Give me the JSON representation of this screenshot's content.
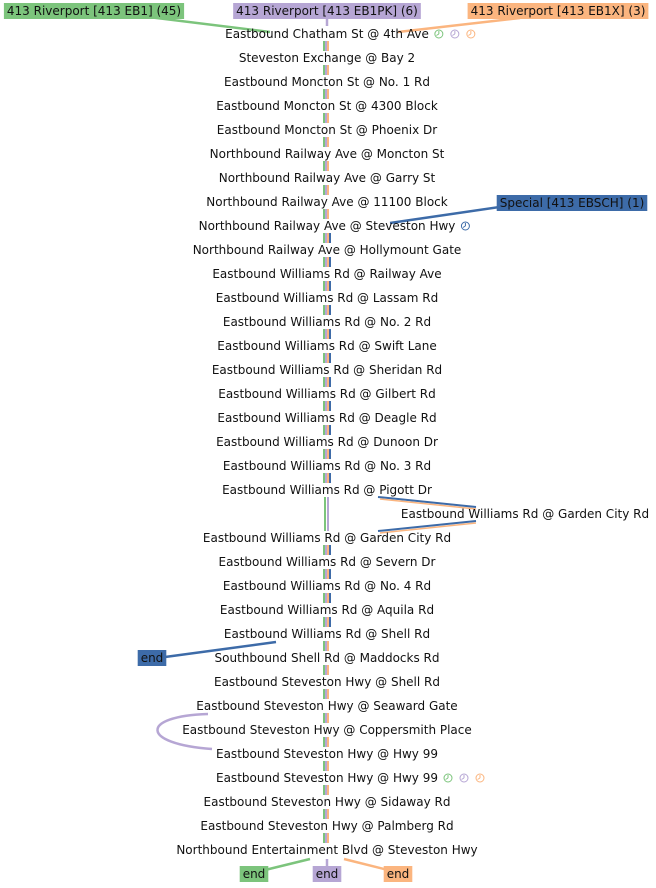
{
  "colors": {
    "eb1": "#7cc47c",
    "eb1pk": "#b6a6d4",
    "eb1x": "#fbb57f",
    "ebsch": "#3d6ba8",
    "text": "#111111",
    "background": "#ffffff"
  },
  "routes": {
    "eb1": {
      "label": "413 Riverport [413 EB1] (45)",
      "color": "#7cc47c"
    },
    "eb1pk": {
      "label": "413 Riverport [413 EB1PK] (6)",
      "color": "#b6a6d4"
    },
    "eb1x": {
      "label": "413 Riverport [413 EB1X] (3)",
      "color": "#fbb57f"
    },
    "ebsch": {
      "label": "Special [413 EBSCH] (1)",
      "color": "#3d6ba8"
    }
  },
  "stops": [
    {
      "name": "Eastbound Chatham St @ 4th Ave",
      "timing_icons": [
        "eb1",
        "eb1pk",
        "eb1x"
      ]
    },
    {
      "name": "Steveston Exchange @ Bay 2"
    },
    {
      "name": "Eastbound Moncton St @ No. 1 Rd"
    },
    {
      "name": "Eastbound Moncton St @ 4300 Block"
    },
    {
      "name": "Eastbound Moncton St @ Phoenix Dr"
    },
    {
      "name": "Northbound Railway Ave @ Moncton St"
    },
    {
      "name": "Northbound Railway Ave @ Garry St"
    },
    {
      "name": "Northbound Railway Ave @ 11100 Block"
    },
    {
      "name": "Northbound Railway Ave @ Steveston Hwy",
      "timing_icons": [
        "ebsch"
      ]
    },
    {
      "name": "Northbound Railway Ave @ Hollymount Gate"
    },
    {
      "name": "Eastbound Williams Rd @ Railway Ave"
    },
    {
      "name": "Eastbound Williams Rd @ Lassam Rd"
    },
    {
      "name": "Eastbound Williams Rd @ No. 2 Rd"
    },
    {
      "name": "Eastbound Williams Rd @ Swift Lane"
    },
    {
      "name": "Eastbound Williams Rd @ Sheridan Rd"
    },
    {
      "name": "Eastbound Williams Rd @ Gilbert Rd"
    },
    {
      "name": "Eastbound Williams Rd @ Deagle Rd"
    },
    {
      "name": "Eastbound Williams Rd @ Dunoon Dr"
    },
    {
      "name": "Eastbound Williams Rd @ No. 3 Rd"
    },
    {
      "name": "Eastbound Williams Rd @ Pigott Dr"
    },
    {
      "name": "Eastbound Williams Rd @ Garden City Rd",
      "branch": "right"
    },
    {
      "name": "Eastbound Williams Rd @ Garden City Rd"
    },
    {
      "name": "Eastbound Williams Rd @ Severn Dr"
    },
    {
      "name": "Eastbound Williams Rd @ No. 4 Rd"
    },
    {
      "name": "Eastbound Williams Rd @ Aquila Rd"
    },
    {
      "name": "Eastbound Williams Rd @ Shell Rd"
    },
    {
      "name": "Southbound Shell Rd @ Maddocks Rd"
    },
    {
      "name": "Eastbound Steveston Hwy @ Shell Rd"
    },
    {
      "name": "Eastbound Steveston Hwy @ Seaward Gate"
    },
    {
      "name": "Eastbound Steveston Hwy @ Coppersmith Place"
    },
    {
      "name": "Eastbound Steveston Hwy @ Hwy 99"
    },
    {
      "name": "Eastbound Steveston Hwy @ Hwy 99",
      "timing_icons": [
        "eb1",
        "eb1pk",
        "eb1x"
      ]
    },
    {
      "name": "Eastbound Steveston Hwy @ Sidaway Rd"
    },
    {
      "name": "Eastbound Steveston Hwy @ Palmberg Rd"
    },
    {
      "name": "Northbound Entertainment Blvd @ Steveston Hwy"
    }
  ],
  "ends": {
    "ebsch": "end",
    "eb1": "end",
    "eb1pk": "end",
    "eb1x": "end"
  }
}
